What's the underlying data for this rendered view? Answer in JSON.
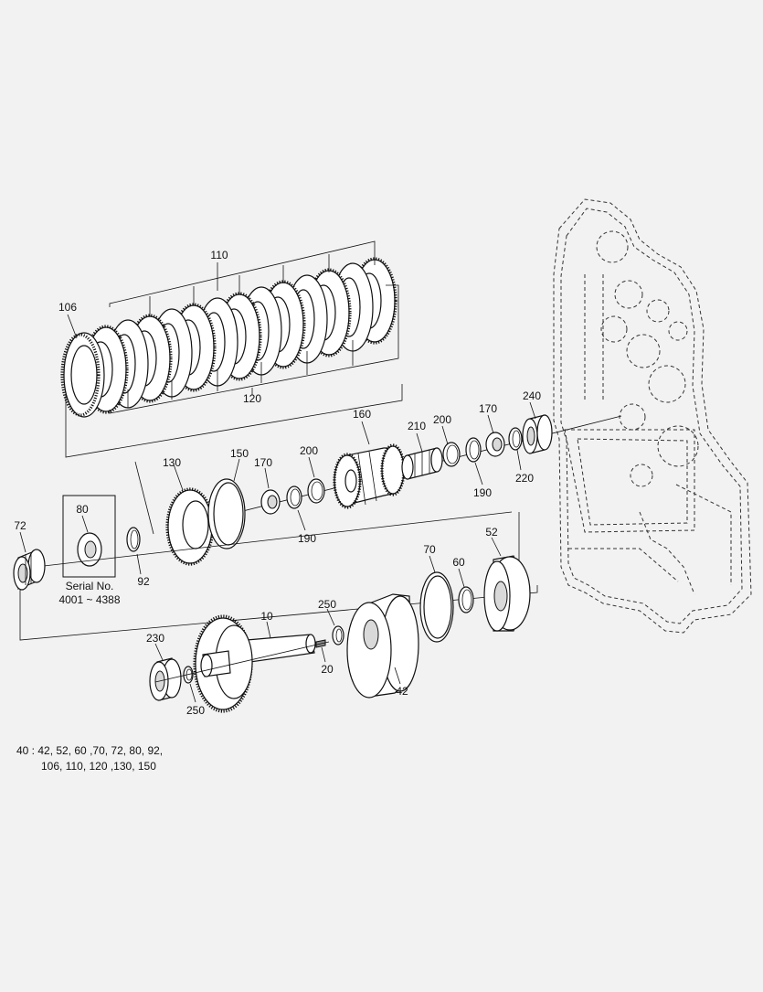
{
  "labels": {
    "p110": "110",
    "p106": "106",
    "p120": "120",
    "p160": "160",
    "p210": "210",
    "p200a": "200",
    "p170a": "170",
    "p240": "240",
    "p190a": "190",
    "p220": "220",
    "p130": "130",
    "p150": "150",
    "p170b": "170",
    "p200b": "200",
    "p190b": "190",
    "p80": "80",
    "p72": "72",
    "p92": "92",
    "p70": "70",
    "p52": "52",
    "p60": "60",
    "p250a": "250",
    "p10": "10",
    "p230": "230",
    "p20": "20",
    "p42": "42",
    "p250b": "250"
  },
  "serial": {
    "line1": "Serial No.",
    "line2": "4001 ~ 4388"
  },
  "kit": {
    "line1": "40 : 42, 52, 60 ,70, 72, 80, 92,",
    "line2": "106, 110, 120 ,130, 150"
  }
}
